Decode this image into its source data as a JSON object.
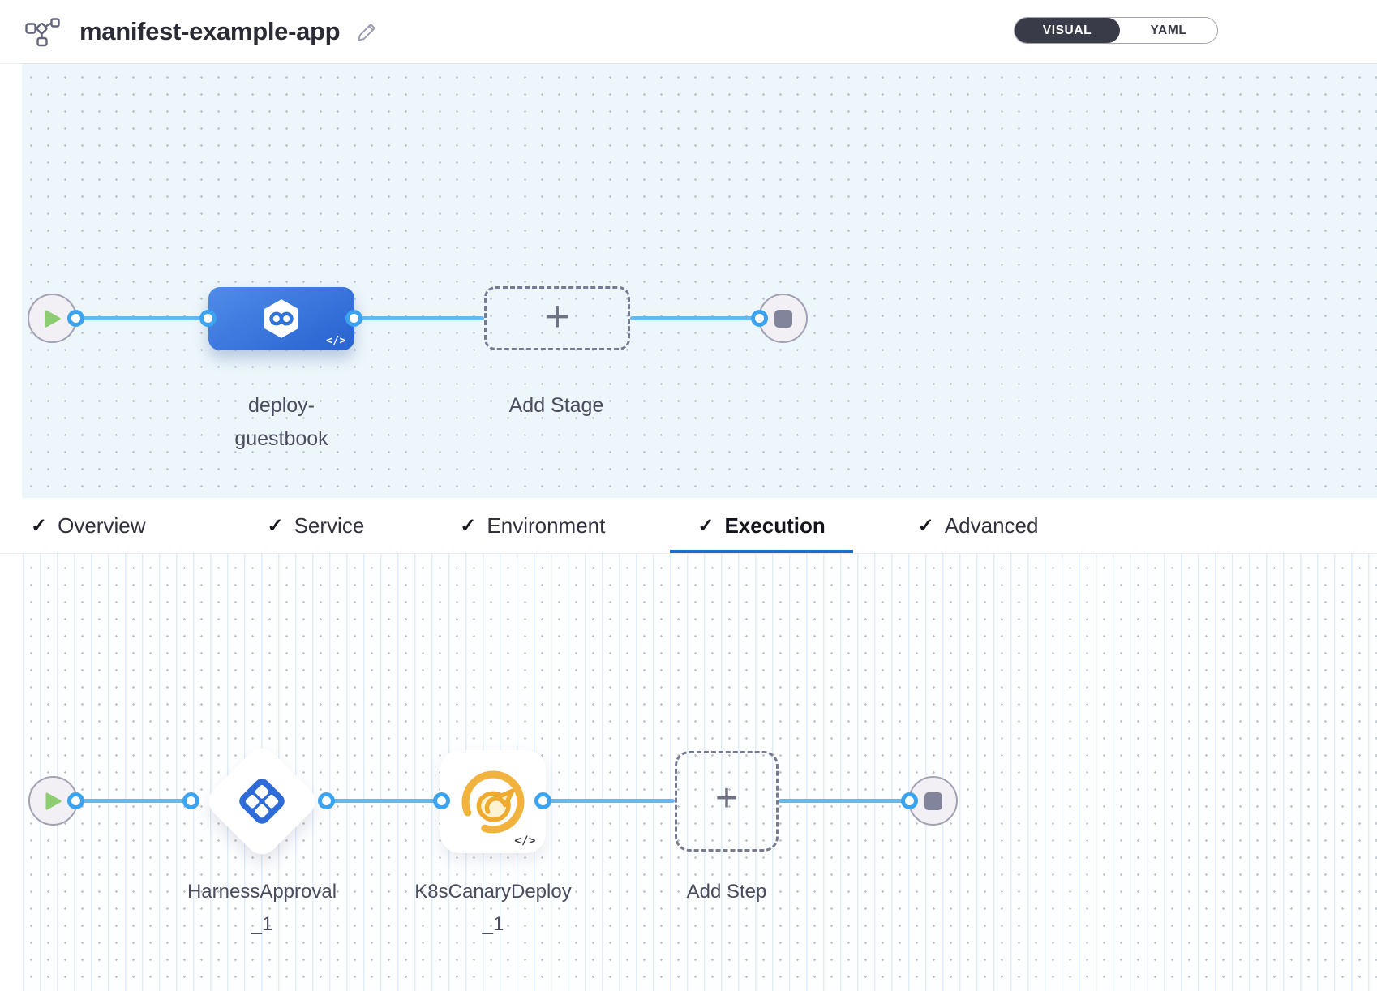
{
  "header": {
    "title": "manifest-example-app",
    "toggle": {
      "visual_label": "VISUAL",
      "yaml_label": "YAML",
      "selected": "VISUAL"
    }
  },
  "icons": {
    "check": "✓",
    "plus": "+",
    "code": "</>"
  },
  "stage_pipeline": {
    "stage_name": "deploy-guestbook",
    "stage_code_badge": "</>",
    "add_stage_label": "Add Stage"
  },
  "tabs": {
    "items": [
      {
        "label": "Overview",
        "checked": true,
        "active": false
      },
      {
        "label": "Service",
        "checked": true,
        "active": false
      },
      {
        "label": "Environment",
        "checked": true,
        "active": false
      },
      {
        "label": "Execution",
        "checked": true,
        "active": true
      },
      {
        "label": "Advanced",
        "checked": true,
        "active": false
      }
    ]
  },
  "execution": {
    "steps": [
      {
        "name": "HarnessApproval_1",
        "type": "harness-approval"
      },
      {
        "name": "K8sCanaryDeploy_1",
        "type": "k8s-canary-deploy",
        "code_badge": "</>"
      }
    ],
    "add_step_label": "Add Step"
  },
  "colors": {
    "stage_blue": "#2f6bd6",
    "connector_blue": "#64b9f1",
    "canary_yellow": "#f0b13a",
    "play_green": "#8bcd70",
    "active_tab_underline": "#1a6ed0",
    "toggle_dark": "#3a3b49",
    "canvas_top_bg": "#edf6fa",
    "node_grey": "#82849b"
  }
}
